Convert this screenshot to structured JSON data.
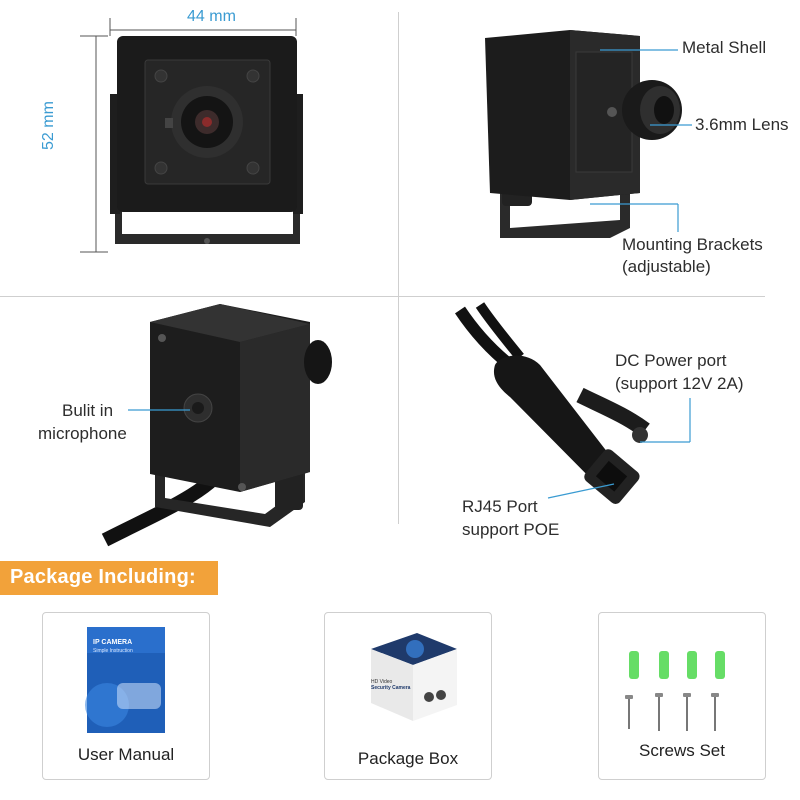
{
  "dimensions": {
    "width_label": "44 mm",
    "height_label": "52 mm"
  },
  "callouts": {
    "metal_shell": "Metal Shell",
    "lens": "3.6mm Lens",
    "mounting_brackets": "Mounting Brackets",
    "adjustable": "(adjustable)",
    "built_in": "Bulit in",
    "microphone": "microphone",
    "dc_power": "DC Power port",
    "dc_power_spec": "(support 12V 2A)",
    "rj45": "RJ45 Port",
    "poe": "support POE"
  },
  "package": {
    "heading": "Package Including:",
    "items": [
      {
        "label": "User Manual"
      },
      {
        "label": "Package Box"
      },
      {
        "label": "Screws Set"
      }
    ]
  },
  "manual_cover": {
    "title": "IP CAMERA",
    "subtitle": "Simple Instruction"
  },
  "box_text": {
    "line1": "HD Video",
    "line2": "Security Camera"
  },
  "colors": {
    "accent_blue": "#3a9bd2",
    "banner_orange": "#f2a23a",
    "anchor_green": "#66dd66"
  }
}
